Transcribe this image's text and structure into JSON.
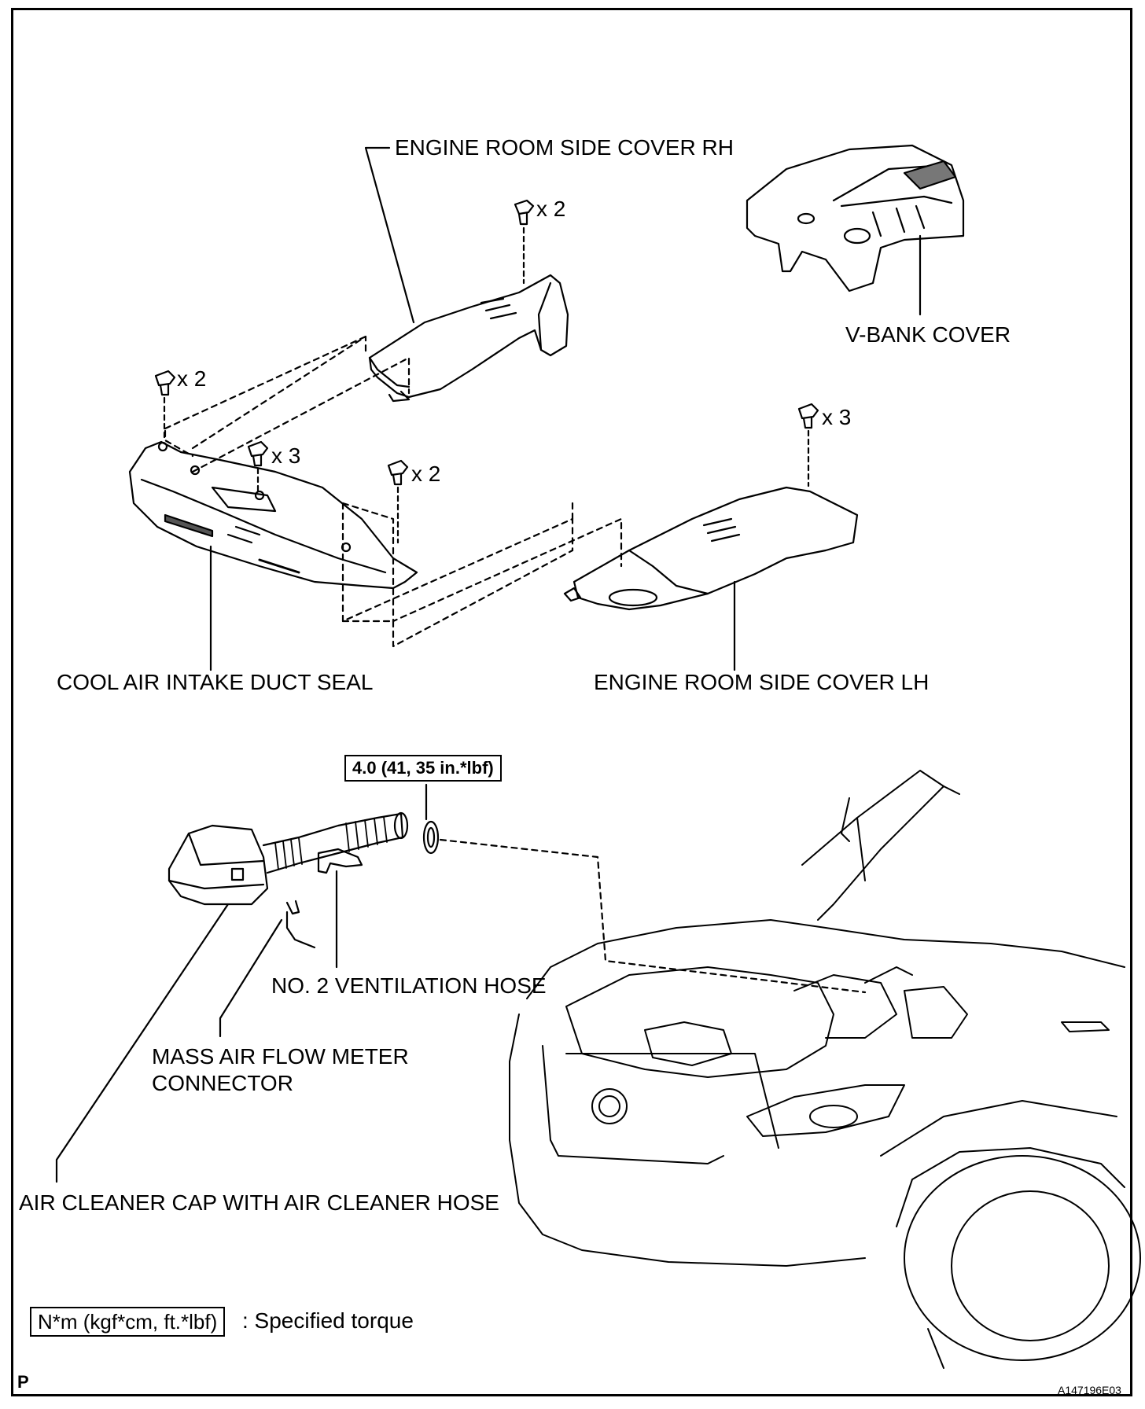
{
  "labels": {
    "engine_room_side_cover_rh": "ENGINE ROOM SIDE COVER RH",
    "v_bank_cover": "V-BANK COVER",
    "cool_air_intake_duct_seal": "COOL AIR INTAKE DUCT SEAL",
    "engine_room_side_cover_lh": "ENGINE ROOM SIDE COVER LH",
    "no2_ventilation_hose": "NO. 2 VENTILATION HOSE",
    "mass_air_flow_meter_connector_line1": "MASS AIR FLOW METER",
    "mass_air_flow_meter_connector_line2": "CONNECTOR",
    "air_cleaner_cap": "AIR CLEANER CAP WITH AIR CLEANER HOSE"
  },
  "qty": {
    "rh_clip": "x 2",
    "seal_left_clip": "x 2",
    "seal_mid_clip": "x 3",
    "seal_right_clip": "x 2",
    "lh_clip": "x 3"
  },
  "torque": {
    "value": "4.0 (41, 35 in.*lbf)"
  },
  "legend": {
    "unit_box": "N*m (kgf*cm, ft.*lbf)",
    "description": ": Specified torque"
  },
  "footer": {
    "corner_letter": "P",
    "figure_id": "A147196E03"
  }
}
